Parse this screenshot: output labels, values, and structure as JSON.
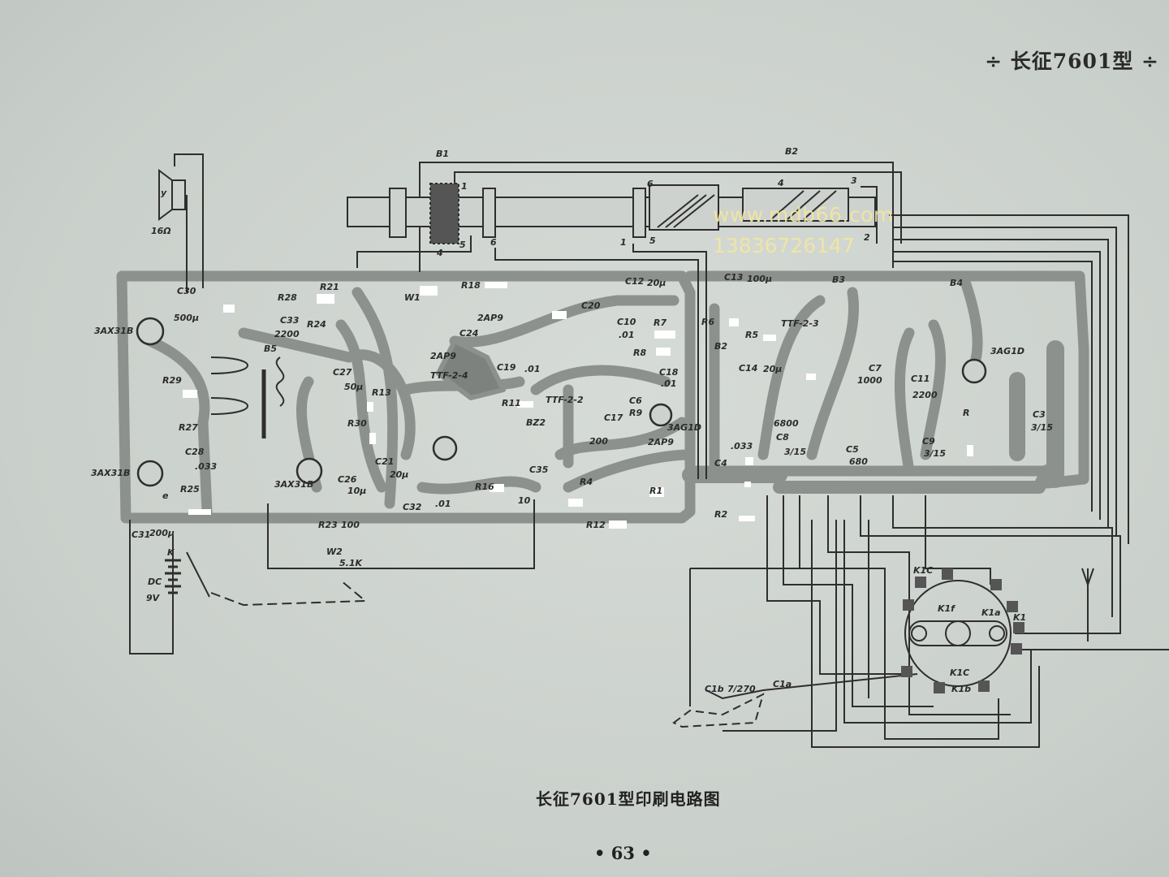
{
  "header": {
    "title": "÷ 长征7601型 ÷"
  },
  "watermark": {
    "site": "www.mdb66.com",
    "phone": "13836726147"
  },
  "caption": "长征7601型印刷电路图",
  "page_number": "• 63 •",
  "colors": {
    "paper": "#cdd2ce",
    "copper_trace": "#8c918d",
    "wire": "#2e2e2e",
    "watermark": "#f3e7a0"
  },
  "labels": [
    "B1",
    "B2",
    "y",
    "16Ω",
    "C30",
    "500μ",
    "3AX31B",
    "R28",
    "C33",
    "2200",
    "R21",
    "R24",
    "B5",
    "C27",
    "50μ",
    "R29",
    "R27",
    "C28",
    ".033",
    "3AX31B",
    "e",
    "R25",
    "C31",
    "200μ",
    "K",
    "DC",
    "9V",
    "3AX31B",
    "C26",
    "10μ",
    "R23",
    "100",
    "W2",
    "5.1K",
    "R13",
    "R30",
    "C21",
    "20μ",
    "C32",
    ".01",
    "R16",
    "C35",
    "10",
    "W1",
    "R18",
    "2AP9",
    "C24",
    "2AP9",
    "TTF-2-4",
    "C19",
    ".01",
    "R11",
    "TTF-2-2",
    "BZ2",
    "C20",
    "C12",
    "20μ",
    "C10",
    ".01",
    "R7",
    "R8",
    "C18",
    ".01",
    "C6",
    "R9",
    "3AG1D",
    "C17",
    "200",
    "2AP9",
    "R4",
    "R1",
    "R12",
    "C13",
    "100μ",
    "B3",
    "B4",
    "TTF-2-3",
    "R6",
    "R5",
    "B2",
    "C14",
    "20μ",
    "C7",
    "1000",
    "C11",
    "2200",
    "3AG1D",
    "C8",
    "3/15",
    "C5",
    "680",
    "C9",
    "3/15",
    "R",
    "C3",
    "3/15",
    "6800",
    ".033",
    "C4",
    "R2",
    "K1C",
    "K1f",
    "K1a",
    "K1",
    "K1C",
    "K1b",
    "C1b",
    "7/270",
    "C1a",
    "1",
    "4",
    "5",
    "6",
    "6",
    "1",
    "5",
    "4",
    "3",
    "2"
  ]
}
